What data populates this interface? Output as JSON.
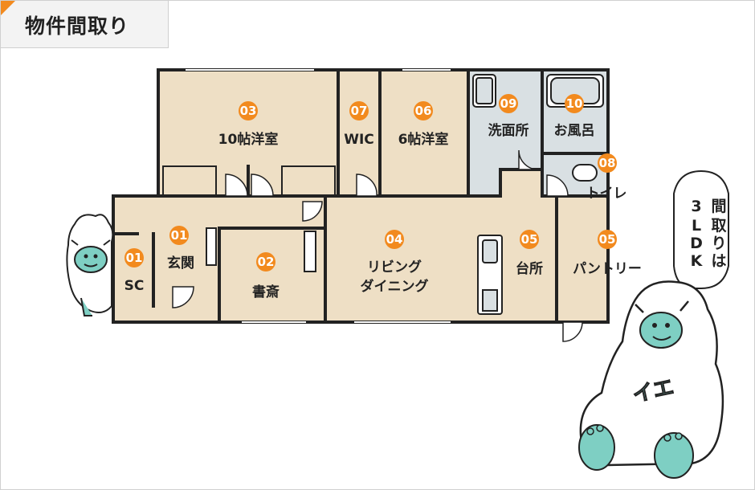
{
  "page": {
    "title": "物件間取り"
  },
  "colors": {
    "room": "#eedfc5",
    "wet": "#d9e0e3",
    "wall": "#222222",
    "marker": "#f28a1e",
    "yeti_face": "#7ecfc3"
  },
  "rooms": {
    "r03": {
      "num": "03",
      "name": "10帖洋室"
    },
    "r07": {
      "num": "07",
      "name": "WIC"
    },
    "r06": {
      "num": "06",
      "name": "6帖洋室"
    },
    "r09": {
      "num": "09",
      "name": "洗面所"
    },
    "r10": {
      "num": "10",
      "name": "お風呂"
    },
    "r08": {
      "num": "08",
      "name": "トイレ"
    },
    "r01a": {
      "num": "01",
      "name": "SC"
    },
    "r01b": {
      "num": "01",
      "name": "玄関"
    },
    "r02": {
      "num": "02",
      "name": "書斎"
    },
    "r04": {
      "num": "04",
      "name_line1": "リビング",
      "name_line2": "ダイニング"
    },
    "r05a": {
      "num": "05",
      "name": "台所"
    },
    "r05b": {
      "num": "05",
      "name": "パントリー"
    }
  },
  "bubble": {
    "chars": [
      "間",
      "取",
      "り",
      "は",
      "3",
      "L",
      "D",
      "K"
    ]
  },
  "mascot": {
    "belly_text": "イエ"
  }
}
